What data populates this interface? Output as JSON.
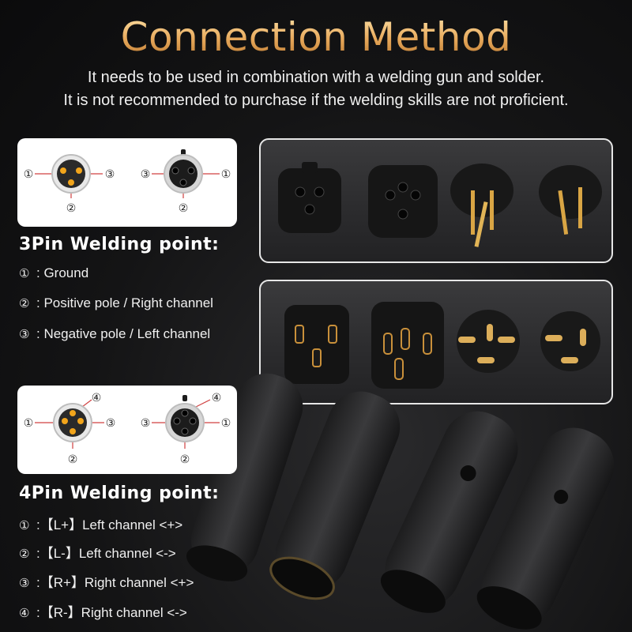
{
  "header": {
    "title": "Connection Method",
    "subtitle_line1": "It needs to be used in combination with a welding gun and solder.",
    "subtitle_line2": "It is not recommended to purchase if the welding skills are not proficient."
  },
  "pin3": {
    "diagram_labels": {
      "one": "①",
      "two": "②",
      "three": "③"
    },
    "heading": "3Pin Welding point:",
    "items": [
      {
        "num": "①",
        "text": ": Ground"
      },
      {
        "num": "②",
        "text": ": Positive pole / Right channel"
      },
      {
        "num": "③",
        "text": ": Negative pole / Left channel"
      }
    ]
  },
  "pin4": {
    "diagram_labels": {
      "one": "①",
      "two": "②",
      "three": "③",
      "four": "④"
    },
    "heading": "4Pin Welding point:",
    "items": [
      {
        "num": "①",
        "text": ":【L+】Left channel <+>"
      },
      {
        "num": "②",
        "text": ":【L-】Left channel <->"
      },
      {
        "num": "③",
        "text": ":【R+】Right channel <+>"
      },
      {
        "num": "④",
        "text": ":【R-】Right channel <->"
      }
    ]
  },
  "colors": {
    "title_gold": "#e9b46a",
    "pin_gold": "#f2a51b",
    "connector_black": "#1c1c1c"
  }
}
